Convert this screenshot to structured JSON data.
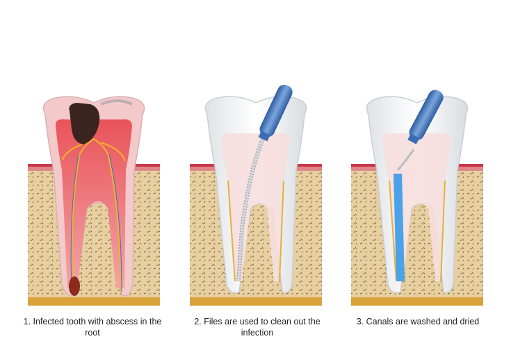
{
  "panels": [
    {
      "id": "step-1",
      "caption": "1. Infected tooth with abscess in the root"
    },
    {
      "id": "step-2",
      "caption": "2. Files are used to clean out the infection"
    },
    {
      "id": "step-3",
      "caption": "3. Canals are washed and dried"
    }
  ],
  "colors": {
    "gum": "#e0868a",
    "gum_top": "#cc3a48",
    "bone": "#e8cfa0",
    "bone_dot": "#6e5a3c",
    "enamel": "#f4f6f7",
    "pulp_infected": "#e2363c",
    "pulp_healthy": "#f7d9d9",
    "root_outline": "#e4b13a",
    "decay": "#3a2420",
    "instrument": "#4f7fc3",
    "irrigant": "#4aa2e8"
  }
}
